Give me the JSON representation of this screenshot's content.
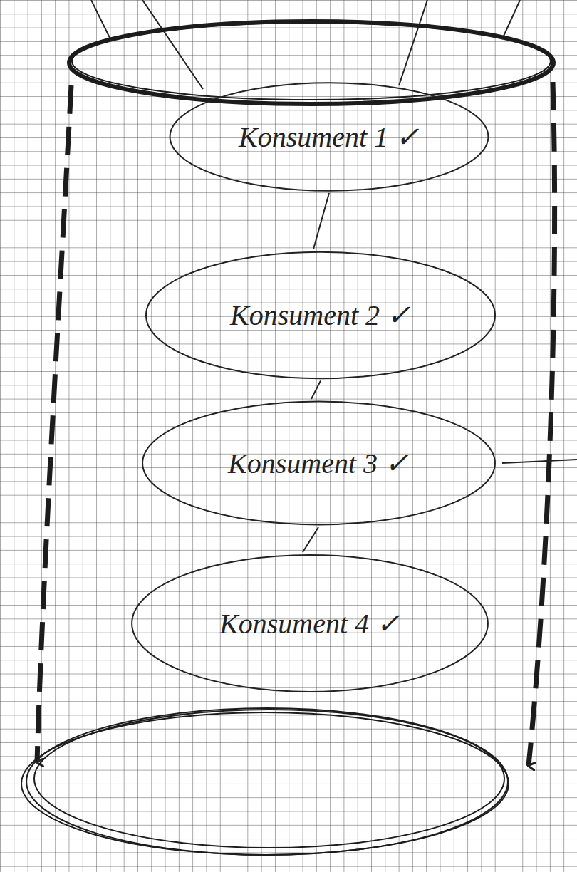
{
  "diagram": {
    "nodes": [
      {
        "text": [
          "Konsument 1 ✓"
        ]
      },
      {
        "text": [
          "Konsument 2 ✓"
        ]
      },
      {
        "text": [
          "Konsument 3 ✓"
        ]
      },
      {
        "text": [
          "Konsument 4 ✓"
        ]
      }
    ],
    "edges": [
      {
        "from": 0,
        "to": 1,
        "arrow": "none"
      },
      {
        "from": 1,
        "to": 2,
        "arrow": "none"
      },
      {
        "from": 2,
        "to": 3,
        "arrow": "none"
      }
    ]
  }
}
